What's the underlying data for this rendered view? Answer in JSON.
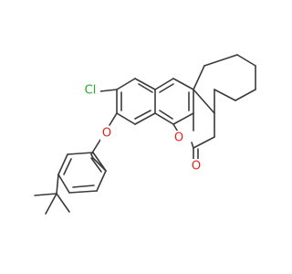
{
  "colors": {
    "background": "#ffffff",
    "bond": "#3a3a3a",
    "oxygen": "#e8221a",
    "chlorine": "#1fb01f"
  },
  "atoms": {
    "chlorine": "Cl",
    "ether_oxygen": "O",
    "ring_oxygen": "O",
    "carbonyl_oxygen": "O"
  }
}
